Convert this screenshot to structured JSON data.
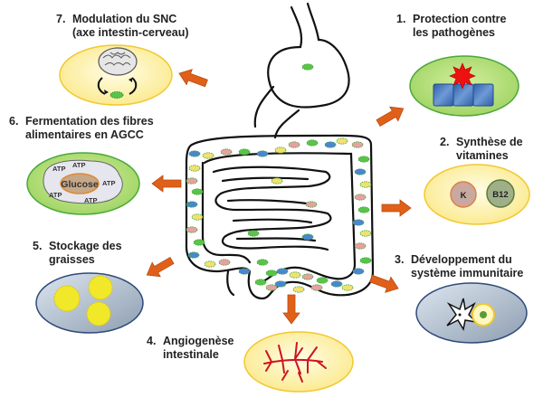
{
  "title": "Fonctions du microbiote intestinal",
  "functions": [
    {
      "num": "1.",
      "line1": "Protection contre",
      "line2": "les pathogènes",
      "icon": "pathogen-barrier"
    },
    {
      "num": "2.",
      "line1": "Synthèse de",
      "line2": "vitamines",
      "icon": "vitamins",
      "vitamins": [
        "K",
        "B12"
      ]
    },
    {
      "num": "3.",
      "line1": "Développement du",
      "line2": "système immunitaire",
      "icon": "immune-cells"
    },
    {
      "num": "4.",
      "line1": "Angiogenèse",
      "line2": "intestinale",
      "icon": "blood-vessels"
    },
    {
      "num": "5.",
      "line1": "Stockage des",
      "line2": "graisses",
      "icon": "fat-cells"
    },
    {
      "num": "6.",
      "line1": "Fermentation des fibres",
      "line2": "alimentaires en AGCC",
      "icon": "fermentation",
      "center": "Glucose",
      "atp": [
        "ATP",
        "ATP",
        "ATP",
        "ATP",
        "ATP"
      ]
    },
    {
      "num": "7.",
      "line1": "Modulation du SNC",
      "line2": "(axe intestin-cerveau)",
      "icon": "brain-gut-axis"
    }
  ],
  "colors": {
    "arrow": "#e0601a",
    "yellow_ellipse": "#fdf6b0",
    "green_ellipse": "#b6e07a",
    "blue_ellipse": "#b8c6d8",
    "bacteria": [
      "#5cc24a",
      "#4a86d0",
      "#f2e070",
      "#e8a0a0"
    ]
  }
}
